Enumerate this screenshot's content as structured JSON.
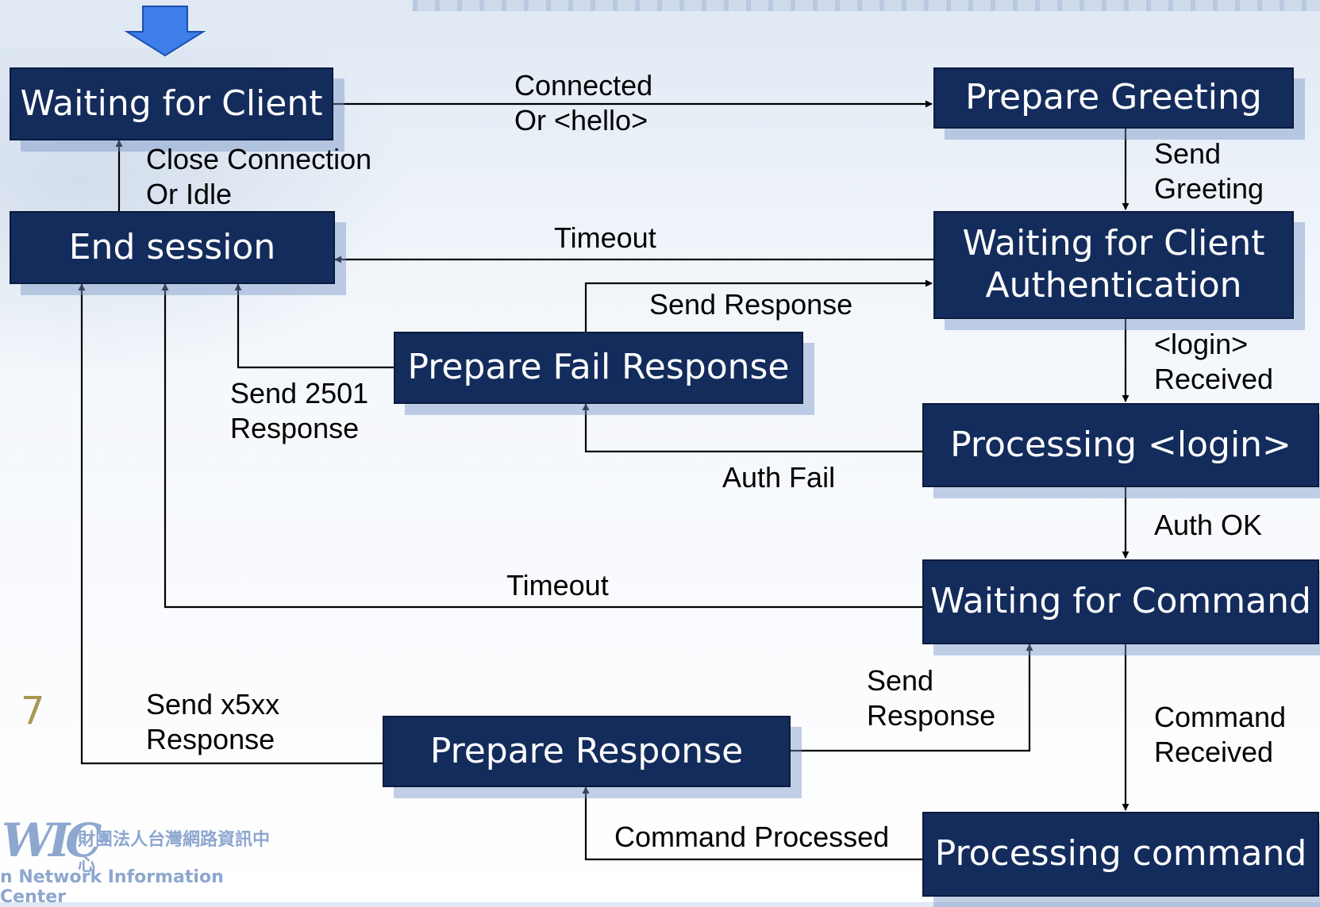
{
  "states": {
    "waiting_for_client": "Waiting for Client",
    "end_session": "End session",
    "prepare_greeting": "Prepare Greeting",
    "waiting_for_auth_line1": "Waiting for Client",
    "waiting_for_auth_line2": "Authentication",
    "prepare_fail_response": "Prepare Fail Response",
    "processing_login": "Processing <login>",
    "waiting_for_command": "Waiting for Command",
    "prepare_response": "Prepare Response",
    "processing_command": "Processing command"
  },
  "transitions": {
    "connected_line1": "Connected",
    "connected_line2": "Or <hello>",
    "close_line1": "Close Connection",
    "close_line2": "Or Idle",
    "send_greeting_line1": "Send",
    "send_greeting_line2": "Greeting",
    "timeout_auth": "Timeout",
    "send_response_fail": "Send Response",
    "send_2501_line1": "Send 2501",
    "send_2501_line2": "Response",
    "login_received_line1": "<login>",
    "login_received_line2": "Received",
    "auth_fail": "Auth Fail",
    "auth_ok": "Auth OK",
    "timeout_command": "Timeout",
    "send_x5xx_line1": "Send x5xx",
    "send_x5xx_line2": "Response",
    "send_response_cmd_line1": "Send",
    "send_response_cmd_line2": "Response",
    "command_received_line1": "Command",
    "command_received_line2": "Received",
    "command_processed": "Command Processed"
  },
  "footer": {
    "page_number": "7",
    "logo_chinese": "財團法人台灣網路資訊中心",
    "logo_english": "n Network Information Center"
  },
  "colors": {
    "state_fill": "#142c5c",
    "state_text": "#ffffff",
    "start_arrow": "#3d7ee8",
    "edge": "#000000"
  }
}
